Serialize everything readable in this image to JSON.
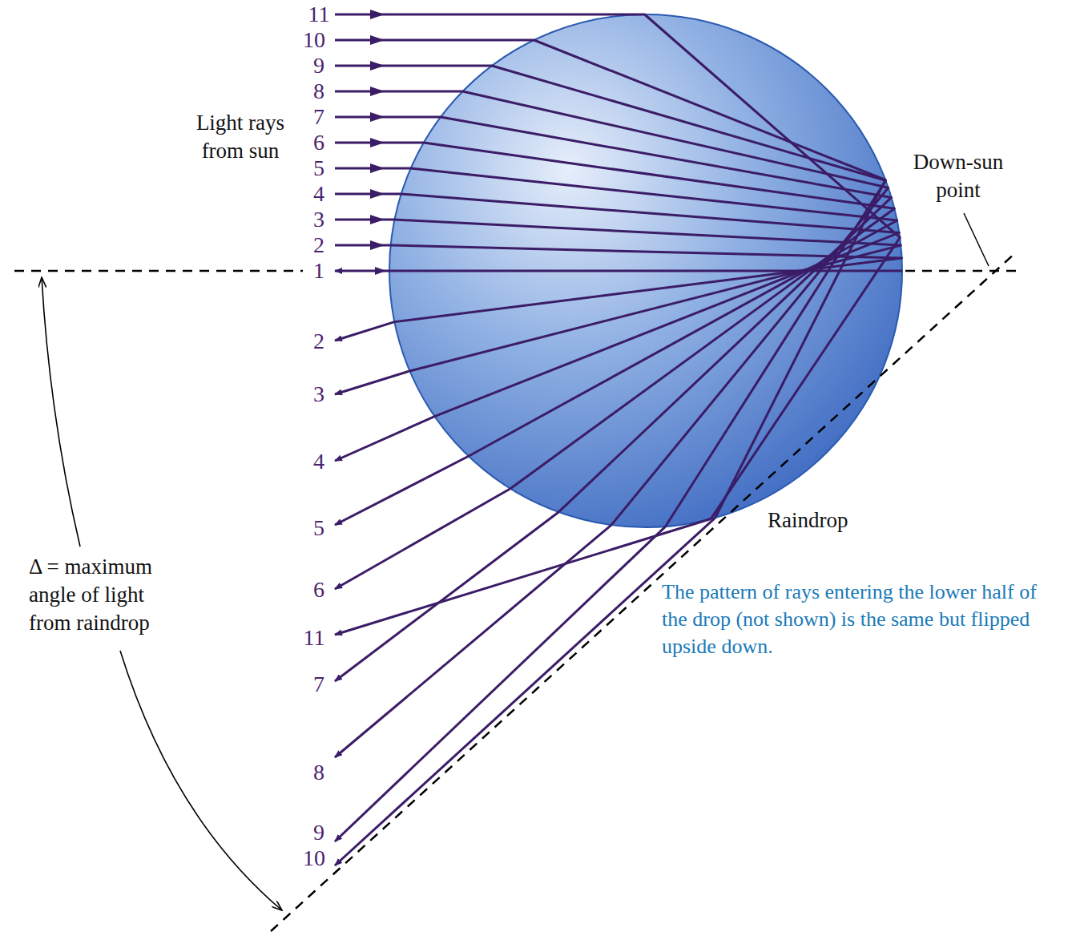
{
  "diagram": {
    "labels": [
      "11",
      "10",
      "9",
      "8",
      "7",
      "Light rays from sun",
      "6",
      "5",
      "4",
      "3",
      "2",
      "1",
      "Down-sun point",
      "2",
      "3",
      "4",
      "5",
      "6",
      "11",
      "7",
      "8",
      "9",
      "10",
      "Raindrop",
      "Δ = maximum angle of light from raindrop",
      "The pattern of rays entering the lower half of the drop (not shown) is the same but flipped upside down."
    ]
  }
}
